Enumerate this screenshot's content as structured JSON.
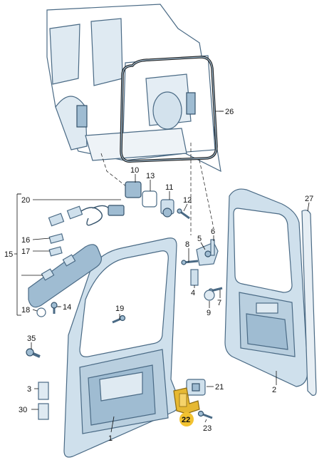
{
  "diagram": {
    "callouts": [
      {
        "id": "c26",
        "text": "26"
      },
      {
        "id": "c10",
        "text": "10"
      },
      {
        "id": "c13",
        "text": "13"
      },
      {
        "id": "c11",
        "text": "11"
      },
      {
        "id": "c12",
        "text": "12"
      },
      {
        "id": "c20",
        "text": "20"
      },
      {
        "id": "c27",
        "text": "27"
      },
      {
        "id": "c16",
        "text": "16"
      },
      {
        "id": "c17",
        "text": "17"
      },
      {
        "id": "c15",
        "text": "15"
      },
      {
        "id": "c5",
        "text": "5"
      },
      {
        "id": "c6",
        "text": "6"
      },
      {
        "id": "c8",
        "text": "8"
      },
      {
        "id": "c4",
        "text": "4"
      },
      {
        "id": "c7",
        "text": "7"
      },
      {
        "id": "c9",
        "text": "9"
      },
      {
        "id": "c19",
        "text": "19"
      },
      {
        "id": "c18",
        "text": "18"
      },
      {
        "id": "c14",
        "text": "14"
      },
      {
        "id": "c35",
        "text": "35"
      },
      {
        "id": "c3",
        "text": "3"
      },
      {
        "id": "c30",
        "text": "30"
      },
      {
        "id": "c21",
        "text": "21"
      },
      {
        "id": "c2",
        "text": "2"
      },
      {
        "id": "c22",
        "text": "22"
      },
      {
        "id": "c23",
        "text": "23"
      },
      {
        "id": "c1",
        "text": "1"
      }
    ],
    "highlight_color": "#f2c230",
    "part_color": "#cfe0ec",
    "outline_color": "#4a6a85"
  }
}
